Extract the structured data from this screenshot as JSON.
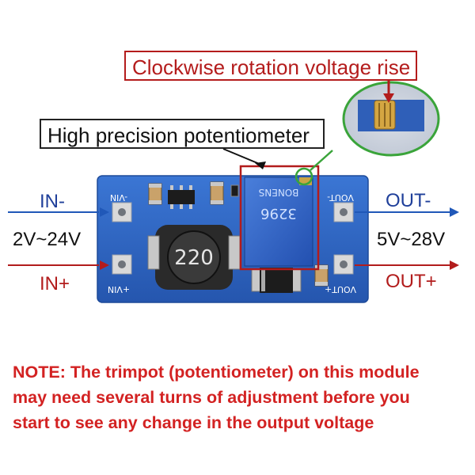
{
  "callouts": {
    "rotation": "Clockwise rotation voltage rise",
    "potentiometer": "High precision potentiometer"
  },
  "terminals": {
    "in_minus": "IN-",
    "in_plus": "IN+",
    "input_range": "2V~24V",
    "out_minus": "OUT-",
    "out_plus": "OUT+",
    "output_range": "5V~28V"
  },
  "board": {
    "vin_minus": "-VIN",
    "vin_plus": "+VIN",
    "vout_minus": "VOUT-",
    "vout_plus": "VOUT+",
    "inductor_code": "220",
    "pot_brand": "BONENS",
    "pot_model": "3296"
  },
  "note": {
    "line1": "NOTE: The trimpot (potentiometer) on this module",
    "line2": "may need several turns of adjustment before you",
    "line3": "start to see any change in the output voltage"
  },
  "colors": {
    "pcb": "#2f65c2",
    "blue_arrow": "#2058b8",
    "red_arrow": "#b21c1c",
    "note": "#d32222"
  }
}
